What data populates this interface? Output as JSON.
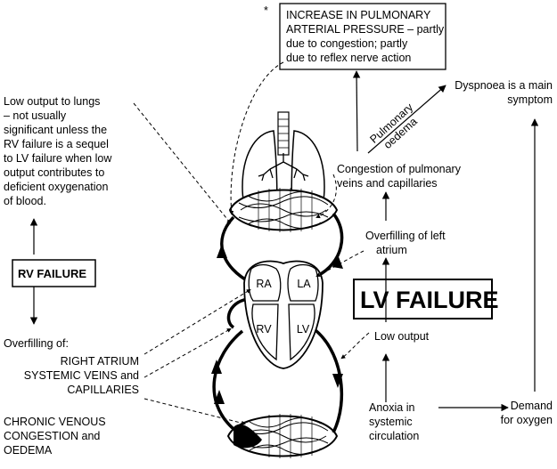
{
  "asterisk": "*",
  "pulmonary_pressure_box": [
    "INCREASE IN PULMONARY",
    "ARTERIAL PRESSURE – partly",
    "due to congestion; partly",
    "due to reflex nerve action"
  ],
  "dyspnoea": [
    "Dyspnoea is a main",
    "symptom"
  ],
  "pulmonary_oedema": [
    "Pulmonary",
    "oedema"
  ],
  "low_output_lungs": [
    "Low output to lungs",
    "– not usually",
    "significant unless the",
    "RV failure is a sequel",
    "to LV failure when low",
    "output contributes to",
    "deficient oxygenation",
    "of blood."
  ],
  "congestion_pulmonary": [
    "Congestion of pulmonary",
    "veins and capillaries"
  ],
  "overfilling_left": [
    "Overfilling of left",
    "atrium"
  ],
  "rv_failure": "RV FAILURE",
  "lv_failure": "LV FAILURE",
  "chambers": {
    "ra": "RA",
    "la": "LA",
    "rv": "RV",
    "lv": "LV"
  },
  "low_output": "Low output",
  "overfilling_right": [
    "Overfilling of:",
    "RIGHT ATRIUM",
    "SYSTEMIC VEINS and",
    "CAPILLARIES"
  ],
  "anoxia": [
    "Anoxia in",
    "systemic",
    "circulation"
  ],
  "demand": [
    "Demand",
    "for oxygen"
  ],
  "chronic": [
    "CHRONIC VENOUS",
    "CONGESTION and",
    "OEDEMA"
  ]
}
